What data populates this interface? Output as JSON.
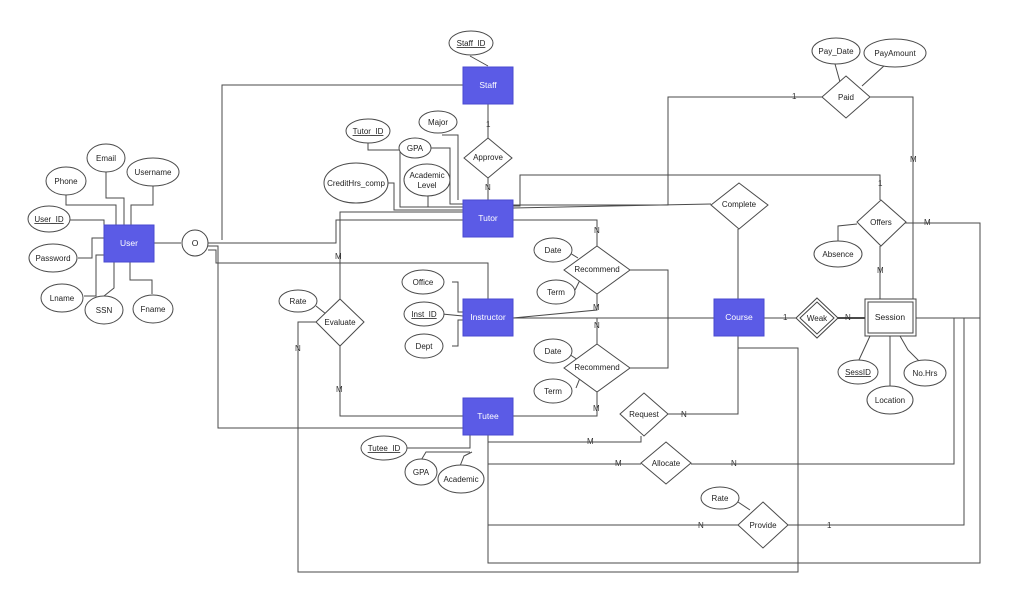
{
  "entities": {
    "staff": "Staff",
    "user": "User",
    "tutor": "Tutor",
    "instructor": "Instructor",
    "course": "Course",
    "session": "Session",
    "tutee": "Tutee"
  },
  "relationships": {
    "approve": "Approve",
    "paid": "Paid",
    "complete": "Complete",
    "offers": "Offers",
    "recommend_1": "Recommend",
    "evaluate": "Evaluate",
    "weak": "Weak",
    "recommend_2": "Recommend",
    "request": "Request",
    "allocate": "Allocate",
    "provide": "Provide",
    "disjoint": "O"
  },
  "attributes": {
    "staff_id": "Staff_ID",
    "pay_date": "Pay_Date",
    "pay_amount": "PayAmount",
    "major": "Major",
    "tutor_id": "Tutor_ID",
    "gpa_tutor": "GPA",
    "email": "Email",
    "username": "Username",
    "phone": "Phone",
    "credit_hrs": "CreditHrs_comp",
    "academic_level_1": "Academic",
    "academic_level_2": "Level",
    "user_id": "User_ID",
    "password": "Password",
    "lname": "Lname",
    "ssn": "SSN",
    "fname": "Fname",
    "absence": "Absence",
    "date_1": "Date",
    "term_1": "Term",
    "office": "Office",
    "inst_id": "Inst_ID",
    "dept": "Dept",
    "rate_eval": "Rate",
    "date_2": "Date",
    "term_2": "Term",
    "sess_id": "SessID",
    "no_hrs": "No.Hrs",
    "location": "Location",
    "tutee_id": "Tutee_ID",
    "gpa_tutee": "GPA",
    "academic_tutee": "Academic",
    "rate_provide": "Rate"
  },
  "cardinalities": {
    "staff_approve": "1",
    "approve_tutor": "N",
    "paid_left": "1",
    "paid_session": "M",
    "offers_top": "1",
    "offers_right": "M",
    "offers_session": "M",
    "user_m": "M",
    "rec1_top": "N",
    "rec1_bottom": "M",
    "rec2_top": "N",
    "rec2_bottom": "M",
    "evaluate_n": "N",
    "evaluate_m": "M",
    "course_weak": "1",
    "weak_session": "N",
    "request_n": "N",
    "request_m": "M",
    "allocate_m": "M",
    "allocate_n": "N",
    "provide_n": "N",
    "provide_1": "1"
  }
}
